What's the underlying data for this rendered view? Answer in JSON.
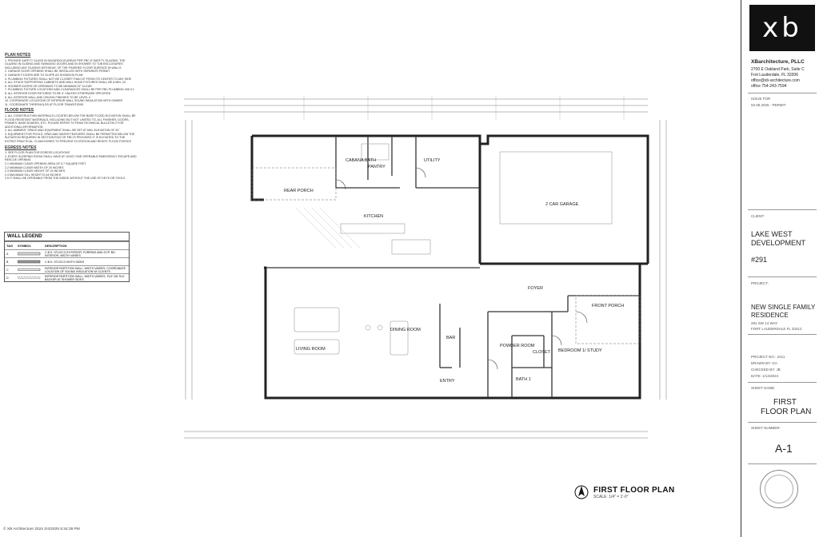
{
  "plan_notes": {
    "title": "PLAN NOTES",
    "items": [
      "1. PROVIDE SAFETY GLASS IN HAZARDOUS AREAS PER FBC-R SAFETY GLAZING, THE",
      "GLAZING IN SLIDING AND SWINGING DOORS AND IN SHOWER TO TUB ENCLOSURES",
      "INCLUDING ANY GLAZING WITHIN 60\" OF THE FINISHED FLOOR SURFACE IN WALLS",
      "2. GARAGE DOOR OPENING SHALL BE INSTALLED WITH SEPARATE PERMIT",
      "3. GARAGE FLOORS ARE TO SLOPE AS SHOWN IN PLAN",
      "4. PLUMBING FIXTURES SHALL NOT BE CLOSER THAN 15\" FROM ITS CENTER TO ANY SIDE",
      "5. ALL STUDS SUPPORTING CABINETS AND WALL HUNG FIXTURES SHALL BE A MIN. 2X",
      "6. SHOWER DOORS OR OPENINGS TO BE MINIMUM 22\" CLEAR",
      "7. PLUMBING FIXTURE LOCATIONS AND CLEARANCES SHALL BE PER FBC PLUMBING 405.3.1",
      "8. ALL INTERIOR DOOR RETURNS TO BE 4\" UNLESS OTHERWISE SPECIFIED",
      "9. ALL INTERIOR WALL AND CEILING FINISHES TO BE LEVEL 4",
      "10. COORDINATE LOCATIONS OF INTERIOR WALL SOUND INSULATION WITH OWNER",
      "11. COORDINATE THRESHOLDS AT FLOOR TRANSITIONS"
    ]
  },
  "flood_notes": {
    "title": "FLOOD NOTES",
    "items": [
      "1. ALL CONSTRUCTION MATERIALS LOCATED BELOW THE BASE FLOOD ELEVATION SHALL BE",
      "FLOOD RESISTANT MATERIALS, INCLUDING BUT NOT LIMITED TO, ALL FINISHES, DOORS,",
      "FRAMES, BASE BOARDS, ETC. PLEASE REFER TO FEMA TECHNICAL BULLETIN 2 FOR",
      "ADDITIONAL INFORMATION",
      "2. ALL AMBIENT, SPACE AND EQUIPMENT SHALL BE SET AT MIN. ELEVATION OF 20\"",
      "3. EQUIPMENT FOR POOLS, SPAS AND WATER FEATURES SHALL BE PERMITTED BELOW THE",
      "ELEVATION REQUIRED IN SECTION R322 OF FBC-R PROVIDED IT IS ELEVATED TO THE",
      "EXTENT PRACTICAL, IS ANCHORED TO PREVENT FLOTATION AND RESIST FLOOD FORCES"
    ]
  },
  "egress_notes": {
    "title": "EGRESS NOTES",
    "items": [
      "1. SEE FLOOR PLAN FOR EGRESS LOCATIONS",
      "2. EVERY SLEEPING ROOM SHALL HAVE AT LEAST ONE OPERABLE EMERGENCY ESCAPE AND",
      "RESCUE OPENING",
      "2.1 MINIMUM CLEAR OPENING AREA OF 5.7 SQUARE FEET",
      "2.2 MINIMUM CLEAR WIDTH OF 20 INCHES",
      "2.3 MINIMUM CLEAR HEIGHT OF 24 INCHES",
      "2.4 MAXIMUM SILL HEIGHT IS 44 INCHES",
      "2.5 IT SHALL BE OPERABLE FROM THE INSIDE WITHOUT THE USE OF KEYS OR TOOLS"
    ]
  },
  "wall_legend": {
    "title": "WALL LEGEND",
    "headers": [
      "TAG",
      "SYMBOL",
      "DESCRIPTION"
    ],
    "rows": [
      {
        "tag": "A",
        "desc": "C.B.S. STUCCO EXTERIOR, FURRING AND GYP. BD. INTERIOR, WIDTH VARIES"
      },
      {
        "tag": "B",
        "desc": "C.B.S. STUCCO BOTH SIDES"
      },
      {
        "tag": "C",
        "desc": "INTERIOR PARTITION WALL, WIDTH VARIES, COORDINATE LOCATION OF SOUND INSULATION W/ CLIENTS"
      },
      {
        "tag": "D",
        "desc": "INTERIOR PARTITION WALL, WIDTH VARIES, TILE ON TILE BACKER AT SHOWER SIDES"
      }
    ]
  },
  "rooms": [
    "CABANA BATH",
    "PANTRY",
    "UTILITY",
    "REAR PORCH",
    "KITCHEN",
    "2 CAR GARAGE",
    "LIVING ROOM",
    "DINING ROOM",
    "BAR",
    "POWDER ROOM",
    "CLOSET",
    "BEDROOM 1/ STUDY",
    "FRONT PORCH",
    "FOYER",
    "BATH 1",
    "ENTRY"
  ],
  "plan_title": {
    "title": "FIRST FLOOR PLAN",
    "scale": "SCALE: 1/4\" = 1'-0\""
  },
  "title_block": {
    "logo": "xb",
    "firm": "XBarchitecture, PLLC",
    "address1": "2700 E Oakland Park, Suite C",
    "address2": "Fort Lauderdale, FL 33306",
    "email": "office@xb-architecture.com",
    "phone": "office 754-243-7594",
    "issue_label": "ISSUE FOR",
    "issue_value": "02.05.2025 - PERMIT",
    "client_label": "CLIENT:",
    "client_name_1": "LAKE WEST",
    "client_name_2": "DEVELOPMENT",
    "client_num": "#291",
    "project_label": "PROJECT:",
    "project_1": "NEW SINGLE FAMILY",
    "project_2": "RESIDENCE",
    "project_addr1": "291 SW 14 WAY",
    "project_addr2": "FORT LAUDERDALE FL 33312",
    "project_no": "PROJECT NO.:  2411",
    "drawn_by": "DRAWN BY:  GA",
    "checked_by": "CHECKED BY:  JB",
    "date": "DATE:  1/14/2024",
    "sheet_name_label": "SHEET NAME:",
    "sheet_name_1": "FIRST",
    "sheet_name_2": "FLOOR PLAN",
    "sheet_number_label": "SHEET NUMBER:",
    "sheet_number": "A-1"
  },
  "footer": "© XB Architecture 2024   2/4/2025 5:34:39 PM"
}
